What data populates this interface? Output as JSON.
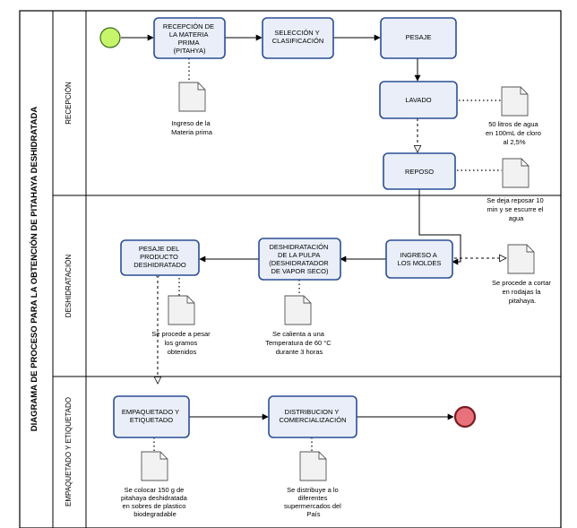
{
  "pool": {
    "title": "DIAGRAMA DE PROCESO PARA LA OBTENCIÓN DE PITAHAYA DESHIDRATADA"
  },
  "lanes": [
    {
      "name": "RECEPCIÓN"
    },
    {
      "name": "DESHIDRATACIÓN"
    },
    {
      "name": "EMPAQUETADO Y ETIQUETADO"
    }
  ],
  "tasks": {
    "recepcion_materia": [
      "RECEPCIÓN DE",
      "LA MATERIA",
      "PRIMA",
      "(PITAHYA)"
    ],
    "seleccion": [
      "SELECCIÓN Y",
      "CLASIFICACIÓN"
    ],
    "pesaje": [
      "PESAJE"
    ],
    "lavado": [
      "LAVADO"
    ],
    "reposo": [
      "REPOSO"
    ],
    "ingreso_moldes": [
      "INGRESO A",
      "LOS MOLDES"
    ],
    "deshidratacion_pulpa": [
      "DESHIDRATACIÓN",
      "DE LA PULPA",
      "(DESHIDRATADOR",
      "DE VAPOR SECO)"
    ],
    "pesaje_producto": [
      "PESAJE DEL",
      "PRODUCTO",
      "DESHIDRATADO"
    ],
    "empaquetado": [
      "EMPAQUETADO Y",
      "ETIQUETADO"
    ],
    "distribucion": [
      "DISTRIBUCION Y",
      "COMERCIALIZACIÓN"
    ]
  },
  "notes": {
    "ingreso_materia": [
      "Ingreso de la",
      "Materia prima"
    ],
    "lavado": [
      "50 litros de agua",
      "en 100mL de cloro",
      "al 2,5%"
    ],
    "reposo": [
      "Se deja reposar 10",
      "min y se escurre el",
      "agua"
    ],
    "moldes": [
      "Se procede a cortar",
      "en rodajas la",
      "pitahaya."
    ],
    "deshidratacion": [
      "Se calienta a una",
      "Temperatura de 60 °C",
      "durante 3 horas"
    ],
    "pesaje": [
      "Se procede a pesar",
      "los gramos",
      "obtenidos"
    ],
    "empaquetado": [
      "Se colocar 150 g de",
      "pitahaya deshidratada",
      "en sobres de plastico",
      "biodegradable"
    ],
    "distribucion": [
      "Se distribuye a lo",
      "diferentes",
      "supermercados del",
      "País"
    ]
  },
  "colors": {
    "task_fill": "#e9eef8",
    "task_stroke": "#2b4f96",
    "start_fill": "#c6f46b",
    "end_fill": "#e8727b",
    "line": "#000000",
    "doc_fill": "#f2f2f2",
    "doc_stroke": "#555555"
  }
}
